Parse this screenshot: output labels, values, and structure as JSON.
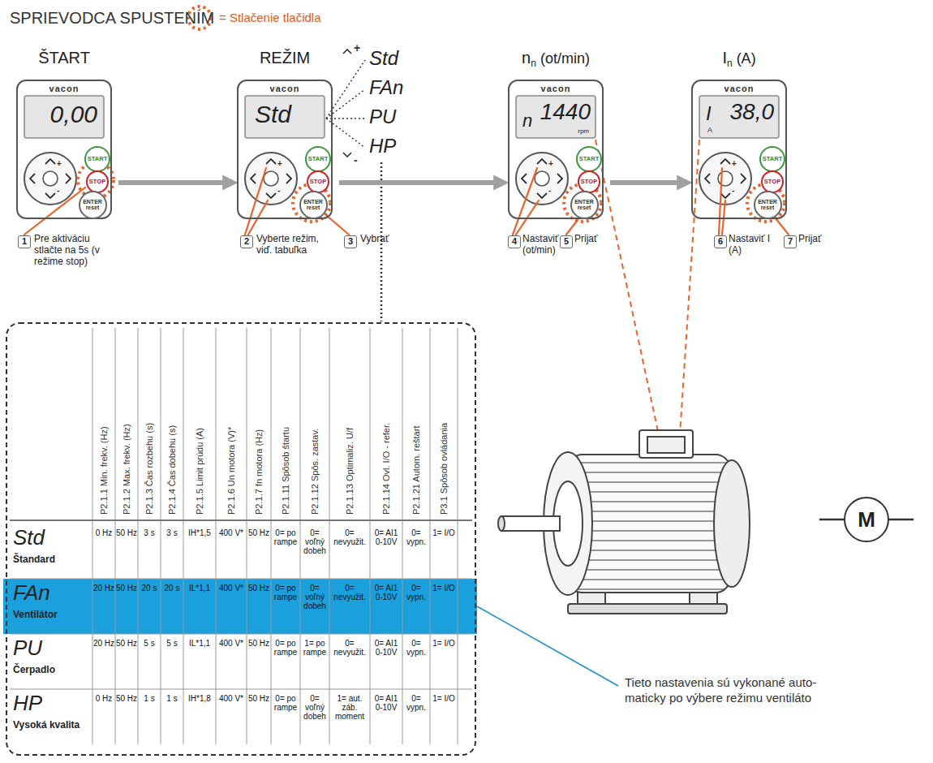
{
  "diagram": {
    "title": "SPRIEVODCA SPUSTENÍM",
    "nodes": [
      {
        "text": [
          "ŠTART",
          "vacon",
          "0,00"
        ]
      },
      {
        "text": [
          "START"
        ],
        "in": 0
      },
      {
        "text": [
          "STOP"
        ],
        "in": 0
      },
      {
        "text": [
          "ENTER reset"
        ],
        "in": 0
      },
      {
        "text": [
          "REŽIM",
          "vacon",
          "Std"
        ]
      },
      {
        "text": [
          "START"
        ],
        "in": 4
      },
      {
        "text": [
          "STOP"
        ],
        "in": 4
      },
      {
        "text": [
          "ENTER reset"
        ],
        "in": 4
      },
      {
        "text": [
          "n",
          "n",
          "(ot/min)",
          "vacon",
          "n",
          "1440",
          "rpm"
        ]
      },
      {
        "text": [
          "START"
        ],
        "in": 8
      },
      {
        "text": [
          "STOP"
        ],
        "in": 8
      },
      {
        "text": [
          "ENTER reset"
        ],
        "in": 8
      },
      {
        "text": [
          "I",
          "n",
          "(A)",
          "vacon",
          "I",
          "A",
          "38,0"
        ]
      },
      {
        "text": [
          "START"
        ],
        "in": 12
      },
      {
        "text": [
          "STOP"
        ],
        "in": 12
      },
      {
        "text": [
          "ENTER reset"
        ],
        "in": 12
      },
      {
        "text": [
          "M"
        ]
      }
    ],
    "edges": [
      {
        "from": 0,
        "to": 4,
        "arrow": "to"
      },
      {
        "from": 4,
        "to": 8,
        "arrow": "to"
      },
      {
        "from": 8,
        "to": 12,
        "arrow": "to"
      }
    ],
    "labels": [
      "+",
      "-",
      "+",
      "-",
      "+",
      "-",
      "+",
      "-",
      "+",
      "Std",
      "FAn",
      "PU",
      "-",
      "HP",
      "1",
      "Pre aktiváciu stlačte na 5s (v režime stop)",
      "2",
      "Vyberte režim, viď. tabuľka",
      "3",
      "Vybrať",
      "4",
      "Nastaviť n (ot/min)",
      "5",
      "Prijať",
      "6",
      "Nastaviť I (A)",
      "7",
      "Prijať",
      "P2.1.1 Min. frekv. (Hz)",
      "P2.1.2 Max. frekv. (Hz)",
      "P2.1.3 Čas rozbehu (s)",
      "P2.1.4 Čas dobehu (s)",
      "P2.1.5 Limit prúdu (A)",
      "P2.1.6 Un motora (V)*",
      "P2.1.7 fn motora (Hz)",
      "P2.1.11 Spôsob štartu",
      "P2.1.12 Spôs. zastav.",
      "P2.1.13 Optimaliz. U/f",
      "P2.1.14 Ovl. I/O - refer.",
      "P2.1.21 Autom. reštart",
      "P3.1 Spôsob ovládania",
      "Std",
      "Štandard",
      "FAn",
      "Ventilátor",
      "PU",
      "Čerpadlo",
      "HP",
      "Vysoká kvalita",
      "0 Hz",
      "50 Hz",
      "3 s",
      "3 s",
      "IH*1,5",
      "400 V*",
      "50 Hz",
      "0= po rampe",
      "0= voľný dobeh",
      "0= nevyužit.",
      "0= AI1 0-10V",
      "0= vypn.",
      "1= I/O",
      "20 Hz",
      "50 Hz",
      "20 s",
      "20 s",
      "IL*1,1",
      "400 V*",
      "50 Hz",
      "0= po rampe",
      "0= voľný dobeh",
      "0= nevyužit.",
      "0= AI1 0-10V",
      "0= vypn.",
      "1= I/O",
      "20 Hz",
      "50 Hz",
      "5 s",
      "5 s",
      "IL*1,1",
      "400 V*",
      "50 Hz",
      "0= po rampe",
      "1= po rampe",
      "0= nevyužit.",
      "0= AI1 0-10V",
      "0= vypn.",
      "1= I/O",
      "0 Hz",
      "50 Hz",
      "1 s",
      "1 s",
      "IH*1,8",
      "400 V*",
      "50 Hz",
      "0= po rampe",
      "0= voľný dobeh",
      "1= aut. záb. moment",
      "0= AI1 0-10V",
      "0= vypn.",
      "1= I/O",
      "Tieto nastavenia sú vykonané auto- maticky po výbere režimu ventiláto"
    ],
    "legend": [
      {
        "text": "= Stlačenie tlačidla"
      }
    ]
  }
}
